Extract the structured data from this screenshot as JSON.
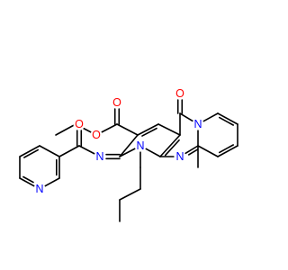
{
  "molecule": {
    "colors": {
      "bond": "#000000",
      "oxygen": "#ff0000",
      "nitrogen": "#0000ff"
    },
    "atoms": [
      {
        "id": "Oe1",
        "text": "O",
        "element": "oxygen"
      },
      {
        "id": "Oe2",
        "text": "O",
        "element": "oxygen"
      },
      {
        "id": "Oket",
        "text": "O",
        "element": "oxygen"
      },
      {
        "id": "Nam",
        "text": "N",
        "element": "nitrogen"
      },
      {
        "id": "Oam",
        "text": "O",
        "element": "oxygen"
      },
      {
        "id": "Npy",
        "text": "N",
        "element": "nitrogen"
      },
      {
        "id": "N1",
        "text": "N",
        "element": "nitrogen"
      },
      {
        "id": "N2",
        "text": "N",
        "element": "nitrogen"
      },
      {
        "id": "N3",
        "text": "N",
        "element": "nitrogen"
      }
    ]
  }
}
